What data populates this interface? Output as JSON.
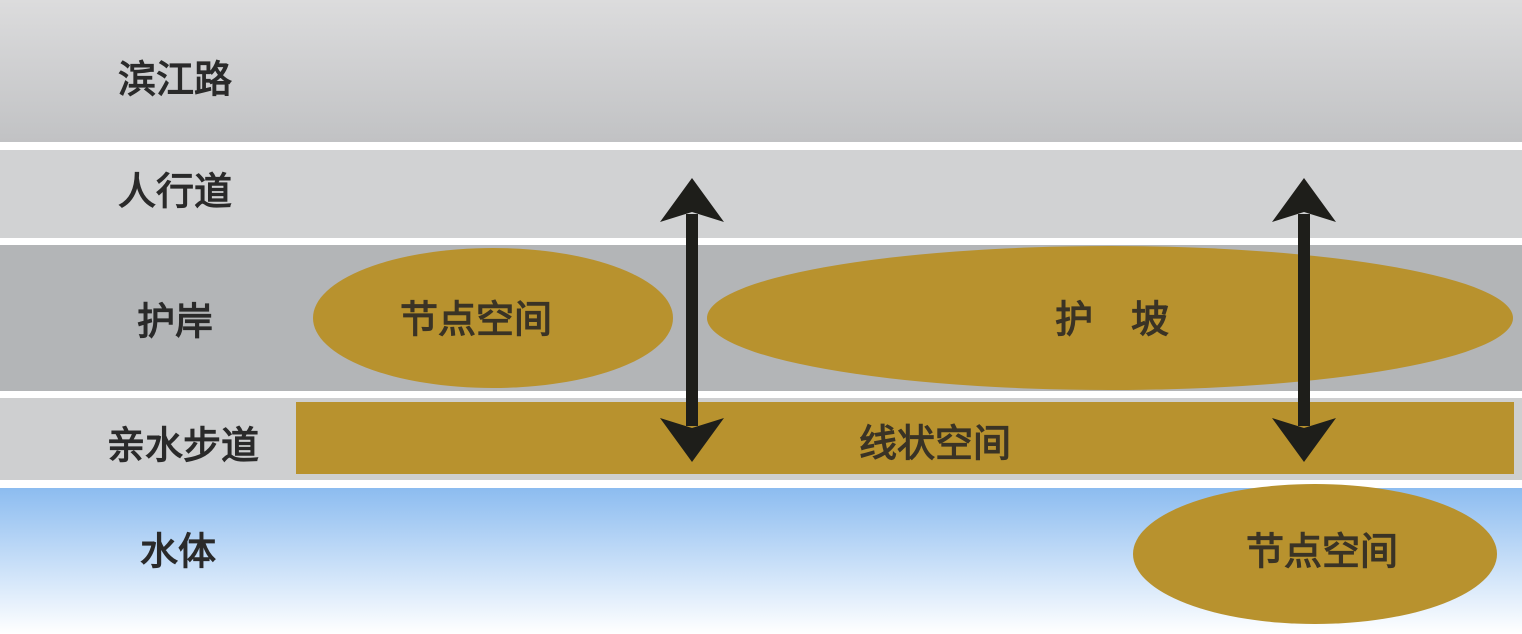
{
  "bands": [
    {
      "id": "road",
      "label": "滨江路"
    },
    {
      "id": "sidewalk",
      "label": "人行道"
    },
    {
      "id": "revetment",
      "label": "护岸"
    },
    {
      "id": "waterside_walk",
      "label": "亲水步道"
    },
    {
      "id": "water",
      "label": "水体"
    }
  ],
  "shapes": {
    "node_space_left": "节点空间",
    "slope": "护　坡",
    "linear_space": "线状空间",
    "node_space_water": "节点空间"
  },
  "colors": {
    "accent_gold": "#b8922e",
    "road_gray": "#c8c9cb",
    "sidewalk_gray": "#d1d2d3",
    "revetment_gray": "#b2b4b6",
    "walk_gray": "#cdcecf",
    "water_blue": "#8fc0f2",
    "arrow": "#1e1e1a"
  },
  "icons": [
    "double-arrow-icon",
    "double-arrow-icon"
  ]
}
